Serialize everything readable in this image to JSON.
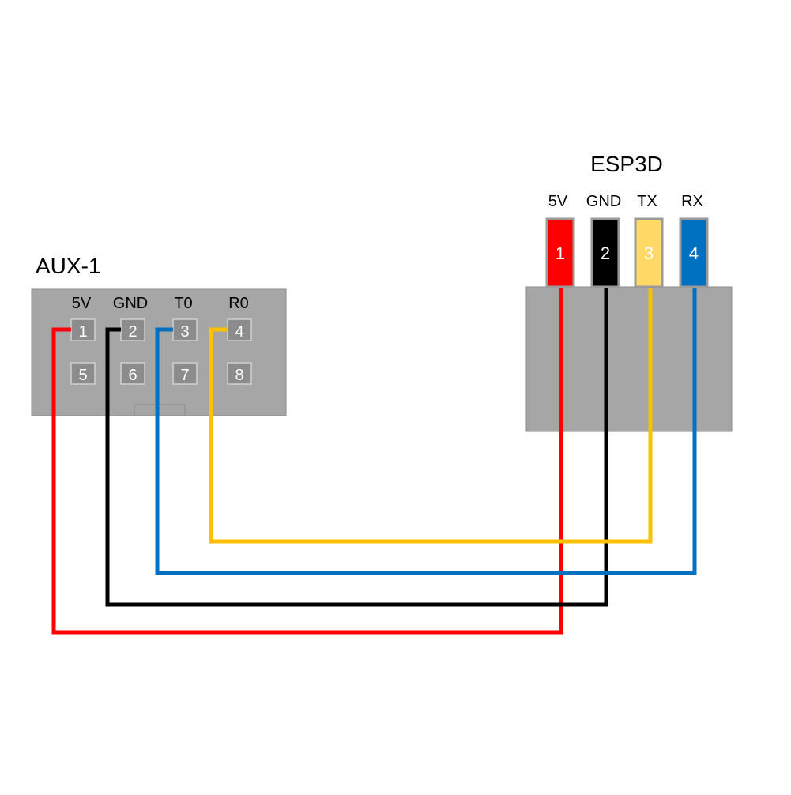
{
  "aux": {
    "title": "AUX-1",
    "headers": [
      "5V",
      "GND",
      "T0",
      "R0"
    ],
    "pins_top": [
      "1",
      "2",
      "3",
      "4"
    ],
    "pins_bottom": [
      "5",
      "6",
      "7",
      "8"
    ],
    "body_color": "#a6a6a6",
    "pin_color": "#8c8c8c"
  },
  "esp": {
    "title": "ESP3D",
    "headers": [
      "5V",
      "GND",
      "TX",
      "RX"
    ],
    "pins": [
      {
        "label": "1",
        "color": "#ff0000"
      },
      {
        "label": "2",
        "color": "#000000"
      },
      {
        "label": "3",
        "color": "#ffd966"
      },
      {
        "label": "4",
        "color": "#0070c0"
      }
    ],
    "body_color": "#a6a6a6"
  },
  "wires": [
    {
      "from": "aux-1",
      "to": "esp-1",
      "color": "#ff0000"
    },
    {
      "from": "aux-2",
      "to": "esp-2",
      "color": "#000000"
    },
    {
      "from": "aux-3",
      "to": "esp-4",
      "color": "#0070c0"
    },
    {
      "from": "aux-4",
      "to": "esp-3",
      "color": "#ffc000"
    }
  ]
}
